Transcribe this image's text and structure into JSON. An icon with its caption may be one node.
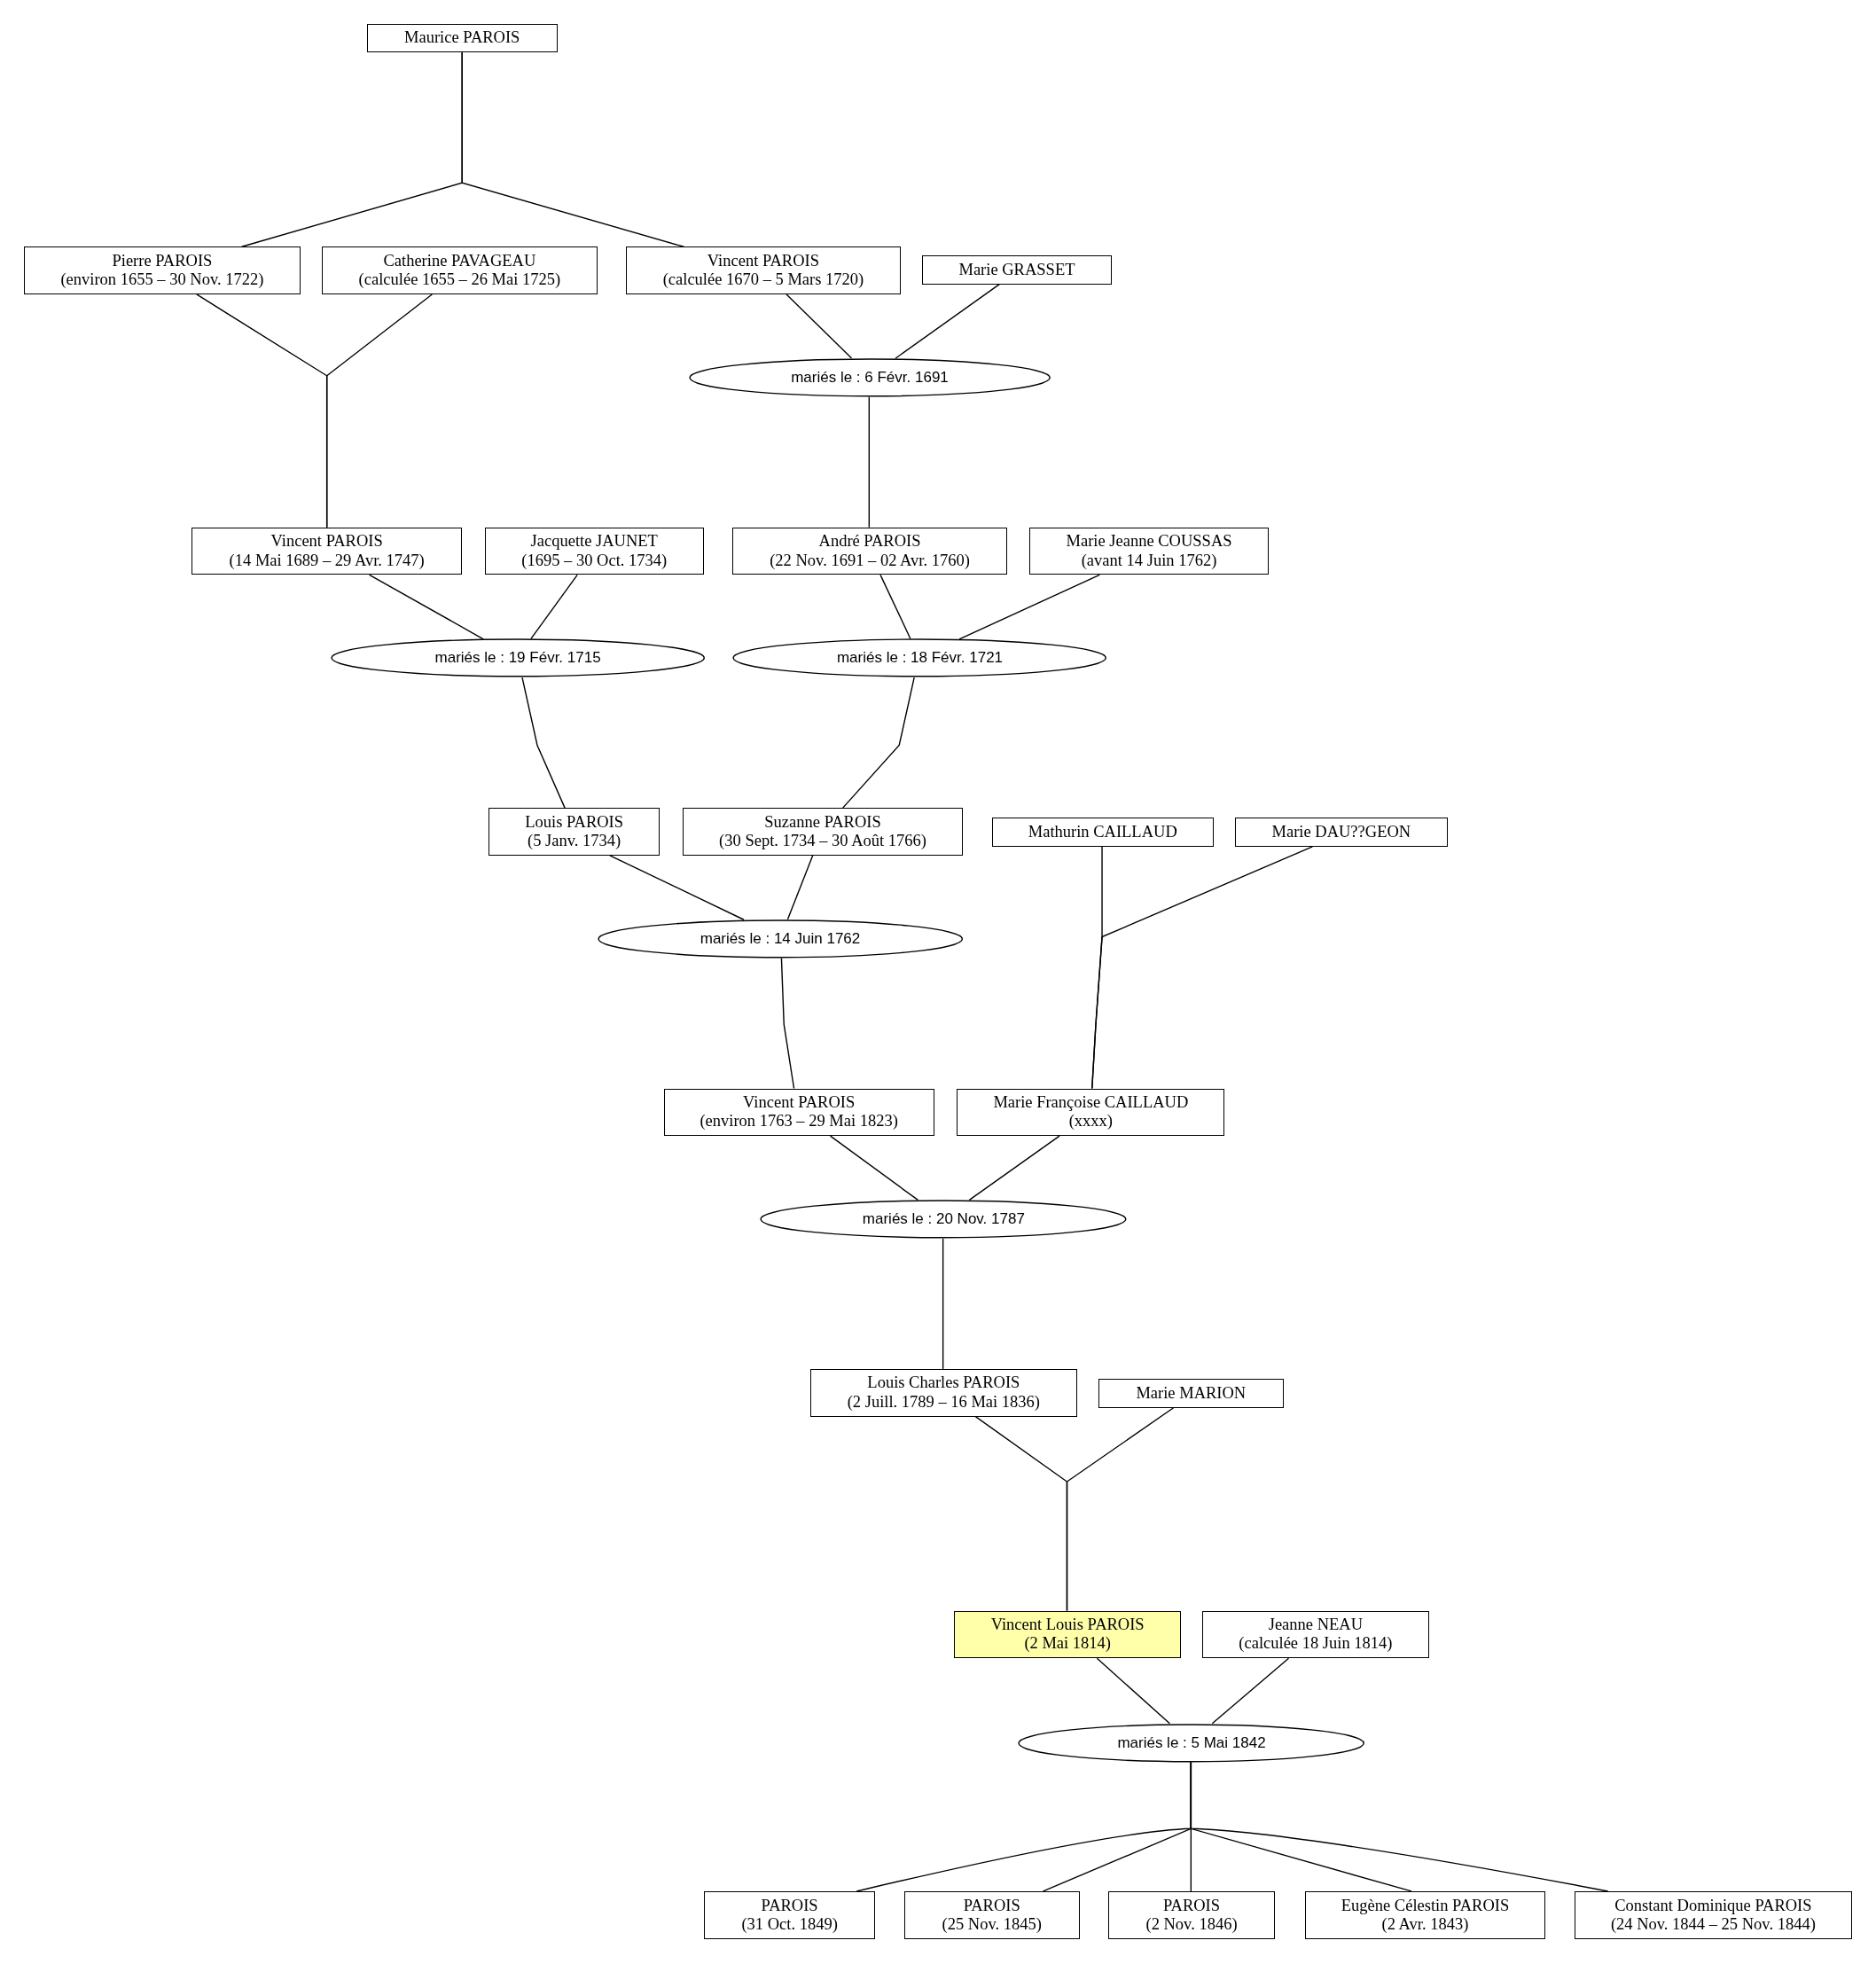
{
  "diagram": {
    "nodes": [
      {
        "text": [
          "Maurice PAROIS"
        ]
      },
      {
        "text": [
          "Pierre PAROIS",
          "(environ 1655 – 30 Nov. 1722)"
        ]
      },
      {
        "text": [
          "Catherine PAVAGEAU",
          "(calculée 1655 – 26 Mai 1725)"
        ]
      },
      {
        "text": [
          "Vincent PAROIS",
          "(calculée 1670 – 5 Mars 1720)"
        ]
      },
      {
        "text": [
          "Marie GRASSET"
        ]
      },
      {
        "text": [
          "mariés le : 6 Févr. 1691"
        ]
      },
      {
        "text": [
          "Vincent PAROIS",
          "(14 Mai 1689 – 29 Avr. 1747)"
        ]
      },
      {
        "text": [
          "Jacquette JAUNET",
          "(1695 – 30 Oct. 1734)"
        ]
      },
      {
        "text": [
          "André PAROIS",
          "(22 Nov. 1691 – 02 Avr. 1760)"
        ]
      },
      {
        "text": [
          "Marie Jeanne COUSSAS",
          "(avant 14 Juin 1762)"
        ]
      },
      {
        "text": [
          "mariés le : 19 Févr. 1715"
        ]
      },
      {
        "text": [
          "mariés le : 18 Févr. 1721"
        ]
      },
      {
        "text": [
          "Louis PAROIS",
          "(5 Janv. 1734)"
        ]
      },
      {
        "text": [
          "Suzanne PAROIS",
          "(30 Sept. 1734 – 30 Août 1766)"
        ]
      },
      {
        "text": [
          "Mathurin CAILLAUD"
        ]
      },
      {
        "text": [
          "Marie DAU??GEON"
        ]
      },
      {
        "text": [
          "mariés le : 14 Juin 1762"
        ]
      },
      {
        "text": [
          "Vincent PAROIS",
          "(environ 1763 – 29 Mai 1823)"
        ]
      },
      {
        "text": [
          "Marie Françoise CAILLAUD",
          "(xxxx)"
        ]
      },
      {
        "text": [
          "mariés le : 20 Nov. 1787"
        ]
      },
      {
        "text": [
          "Louis Charles PAROIS",
          "(2 Juill. 1789 – 16 Mai 1836)"
        ]
      },
      {
        "text": [
          "Marie MARION"
        ]
      },
      {
        "text": [
          "Vincent Louis PAROIS",
          "(2 Mai 1814)"
        ]
      },
      {
        "text": [
          "Jeanne NEAU",
          "(calculée 18 Juin 1814)"
        ]
      },
      {
        "text": [
          "mariés le : 5 Mai 1842"
        ]
      },
      {
        "text": [
          "PAROIS",
          "(31 Oct. 1849)"
        ]
      },
      {
        "text": [
          "PAROIS",
          "(25 Nov. 1845)"
        ]
      },
      {
        "text": [
          "PAROIS",
          "(2 Nov. 1846)"
        ]
      },
      {
        "text": [
          "Eugène Célestin PAROIS",
          "(2 Avr. 1843)"
        ]
      },
      {
        "text": [
          "Constant Dominique PAROIS",
          "(24 Nov. 1844 – 25 Nov. 1844)"
        ]
      }
    ],
    "edges": [
      {
        "from": 0,
        "to": 1,
        "arrow": "none"
      },
      {
        "from": 0,
        "to": 3,
        "arrow": "none"
      },
      {
        "from": 1,
        "to": 6,
        "arrow": "none"
      },
      {
        "from": 2,
        "to": 6,
        "arrow": "none"
      },
      {
        "from": 3,
        "to": 5,
        "arrow": "none"
      },
      {
        "from": 4,
        "to": 5,
        "arrow": "none"
      },
      {
        "from": 5,
        "to": 8,
        "arrow": "none"
      },
      {
        "from": 6,
        "to": 10,
        "arrow": "none"
      },
      {
        "from": 7,
        "to": 10,
        "arrow": "none"
      },
      {
        "from": 8,
        "to": 11,
        "arrow": "none"
      },
      {
        "from": 9,
        "to": 11,
        "arrow": "none"
      },
      {
        "from": 10,
        "to": 12,
        "arrow": "none"
      },
      {
        "from": 11,
        "to": 13,
        "arrow": "none"
      },
      {
        "from": 12,
        "to": 16,
        "arrow": "none"
      },
      {
        "from": 13,
        "to": 16,
        "arrow": "none"
      },
      {
        "from": 16,
        "to": 17,
        "arrow": "none"
      },
      {
        "from": 14,
        "to": 18,
        "arrow": "none"
      },
      {
        "from": 15,
        "to": 18,
        "arrow": "none"
      },
      {
        "from": 17,
        "to": 19,
        "arrow": "none"
      },
      {
        "from": 18,
        "to": 19,
        "arrow": "none"
      },
      {
        "from": 19,
        "to": 20,
        "arrow": "none"
      },
      {
        "from": 20,
        "to": 22,
        "arrow": "none"
      },
      {
        "from": 21,
        "to": 22,
        "arrow": "none"
      },
      {
        "from": 22,
        "to": 24,
        "arrow": "none"
      },
      {
        "from": 23,
        "to": 24,
        "arrow": "none"
      },
      {
        "from": 24,
        "to": 25,
        "arrow": "none"
      },
      {
        "from": 24,
        "to": 26,
        "arrow": "none"
      },
      {
        "from": 24,
        "to": 27,
        "arrow": "none"
      },
      {
        "from": 24,
        "to": 28,
        "arrow": "none"
      },
      {
        "from": 24,
        "to": 29,
        "arrow": "none"
      }
    ]
  }
}
